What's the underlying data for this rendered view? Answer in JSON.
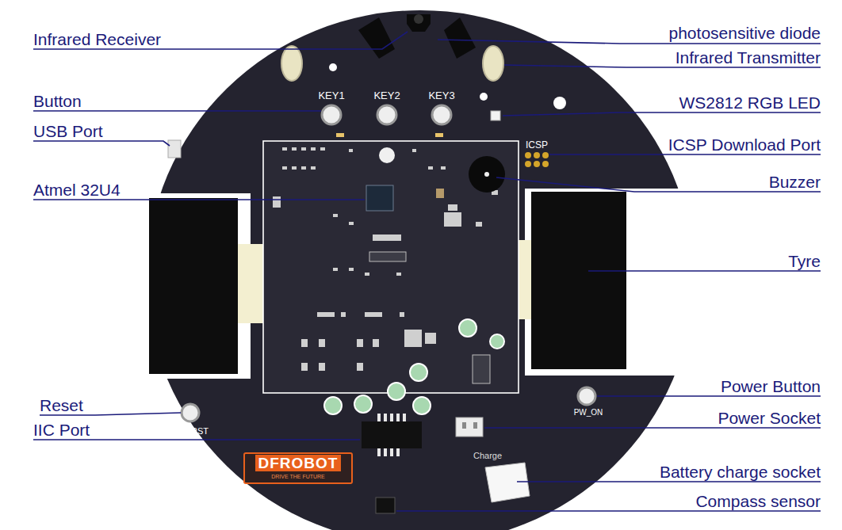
{
  "diagram": {
    "labels": [
      "Infrared Receiver",
      "Button",
      "USB Port",
      "Atmel 32U4",
      "Reset",
      "IIC Port",
      "photosensitive diode",
      "Infrared Transmitter",
      "WS2812 RGB LED",
      "ICSP Download Port",
      "Buzzer",
      "Tyre",
      "Power Button",
      "Power Socket",
      "Battery charge socket",
      "Compass sensor",
      "KEY1",
      "KEY2",
      "KEY3",
      "ICSP",
      "RST",
      "PW_ON",
      "Charge",
      "DFROBOT",
      "DRIVE THE FUTURE"
    ]
  }
}
